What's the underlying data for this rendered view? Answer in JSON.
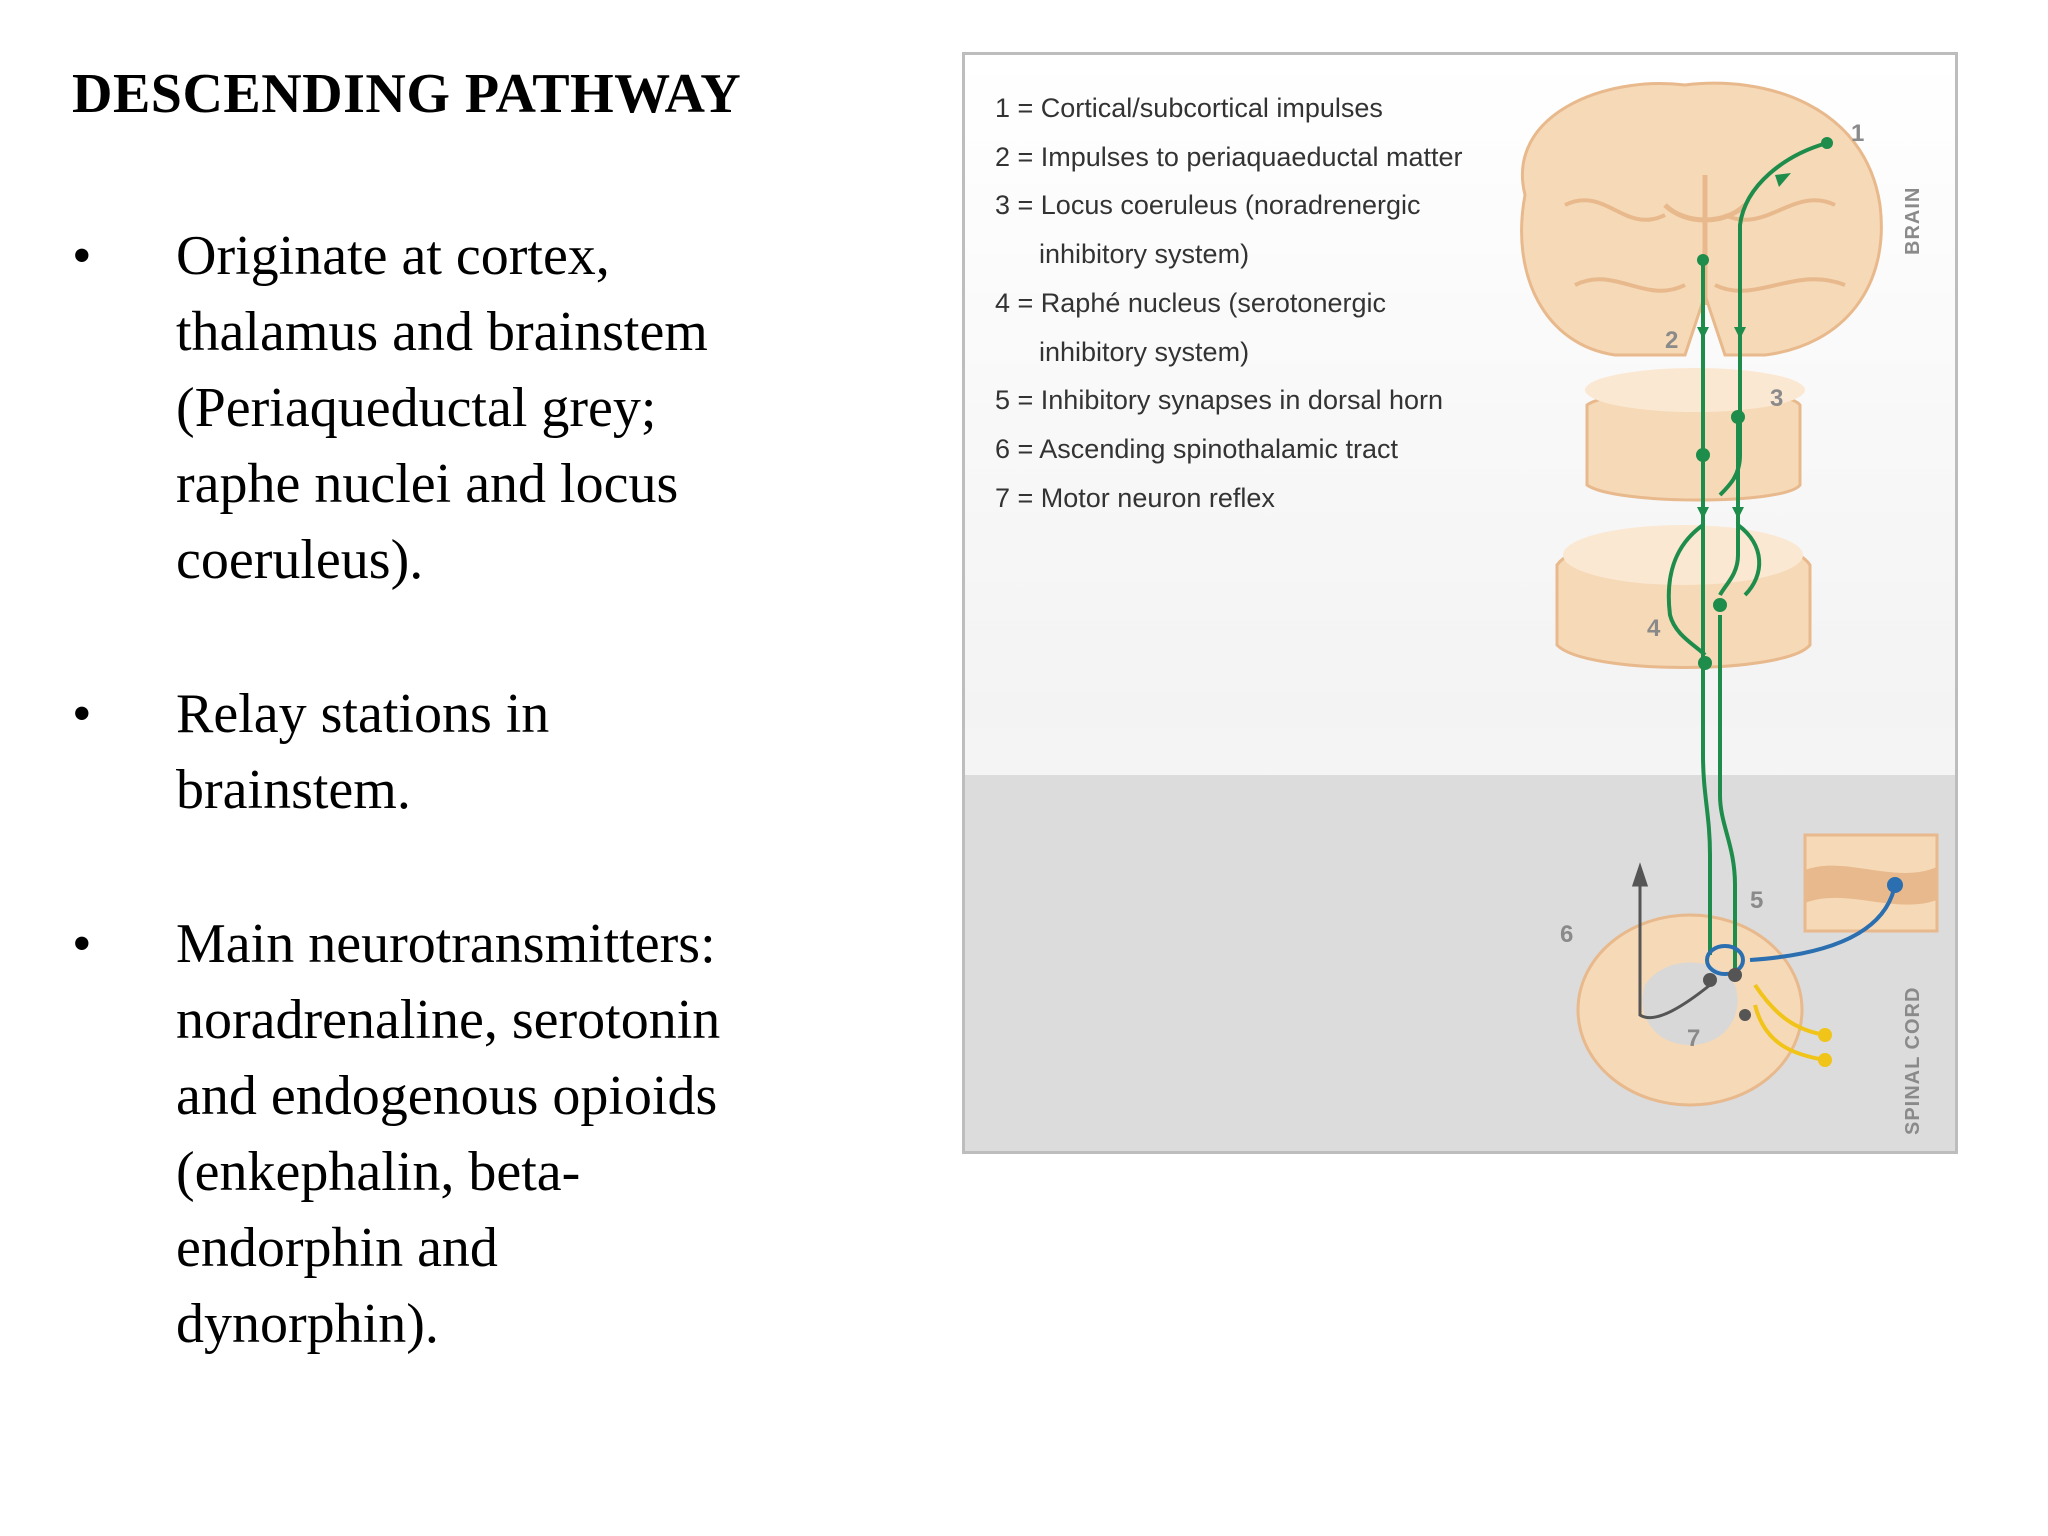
{
  "slide": {
    "title": "DESCENDING PATHWAY",
    "bullet_symbol": "•",
    "bullets": [
      {
        "lines": [
          "Originate at cortex,",
          "thalamus and brainstem",
          "(Periaqueductal grey;",
          "raphe nuclei and locus",
          "coeruleus)."
        ]
      },
      {
        "lines": [
          "Relay stations in",
          "brainstem."
        ]
      },
      {
        "lines": [
          "Main neurotransmitters:",
          "noradrenaline, serotonin",
          "and endogenous opioids",
          "(enkephalin, beta-",
          "endorphin and",
          "dynorphin)."
        ]
      }
    ]
  },
  "figure": {
    "legend": [
      "1 = Cortical/subcortical impulses",
      "2 = Impulses to periaquaeductal matter",
      "3 = Locus coeruleus (noradrenergic",
      "inhibitory system)",
      "4 = Raphé nucleus (serotonergic",
      "inhibitory system)",
      "5 = Inhibitory synapses in dorsal horn",
      "6 = Ascending spinothalamic tract",
      "7 = Motor neuron reflex"
    ],
    "markers": [
      "1",
      "2",
      "3",
      "4",
      "5",
      "6",
      "7"
    ],
    "region_labels": {
      "brain": "BRAIN",
      "spinal_cord": "SPINAL CORD"
    },
    "colors": {
      "descending_pathway": "#1e8c4a",
      "inhibitory_interneuron": "#2b6fb0",
      "motor_reflex": "#f0c419",
      "ascending_tract": "#555555",
      "tissue": "#f6d9b7",
      "tissue_dark": "#e8b98c",
      "spinal_region_bg": "#dcdcdc"
    }
  }
}
